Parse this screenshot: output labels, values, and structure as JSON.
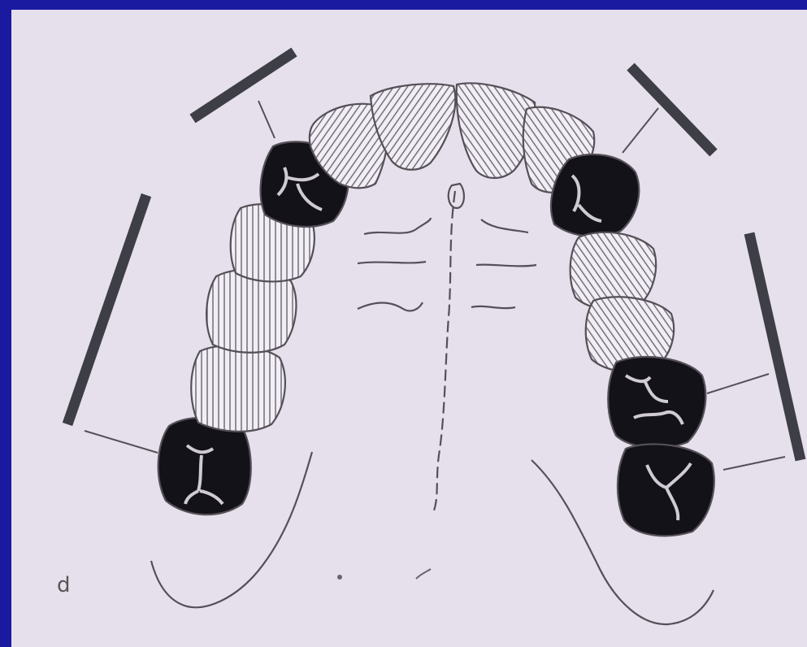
{
  "slide": {
    "background": "#e6e0ec",
    "border_color": "#1a1aa0"
  },
  "diagram": {
    "corner_label": "d",
    "colors": {
      "enamel_fill": "#f2eef5",
      "hatch": "#6a6470",
      "outline": "#555058",
      "abutment_fill": "#121218",
      "bar": "#3e3e46"
    },
    "teeth": [
      {
        "name": "right-molar",
        "type": "abutment"
      },
      {
        "name": "right-premolar-2",
        "type": "pontic"
      },
      {
        "name": "right-premolar-1",
        "type": "pontic"
      },
      {
        "name": "right-canine-pontic",
        "type": "pontic"
      },
      {
        "name": "right-canine",
        "type": "abutment"
      },
      {
        "name": "right-lateral-incisor",
        "type": "pontic"
      },
      {
        "name": "right-central-incisor",
        "type": "pontic"
      },
      {
        "name": "left-central-incisor",
        "type": "pontic"
      },
      {
        "name": "left-lateral-incisor",
        "type": "pontic"
      },
      {
        "name": "left-canine",
        "type": "abutment"
      },
      {
        "name": "left-premolar-1",
        "type": "pontic"
      },
      {
        "name": "left-premolar-2",
        "type": "pontic"
      },
      {
        "name": "left-molar-1",
        "type": "abutment"
      },
      {
        "name": "left-molar-2",
        "type": "abutment"
      }
    ]
  }
}
